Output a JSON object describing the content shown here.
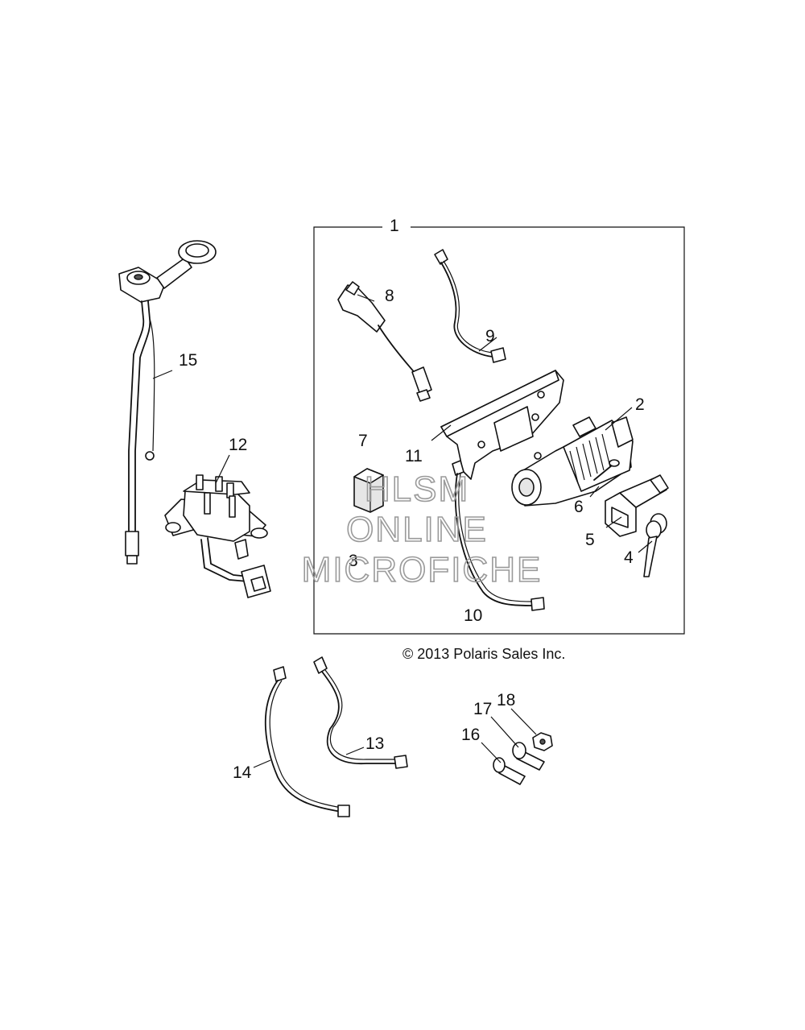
{
  "callouts": {
    "c1": "1",
    "c2": "2",
    "c3": "3",
    "c4": "4",
    "c5": "5",
    "c6": "6",
    "c7": "7",
    "c8": "8",
    "c9": "9",
    "c10": "10",
    "c11": "11",
    "c12": "12",
    "c13": "13",
    "c14": "14",
    "c15": "15",
    "c16": "16",
    "c17": "17",
    "c18": "18"
  },
  "copyright": "© 2013 Polaris Sales Inc.",
  "watermark": {
    "line1": "HLSM",
    "line2": "ONLINE",
    "line3": "MICROFICHE"
  }
}
